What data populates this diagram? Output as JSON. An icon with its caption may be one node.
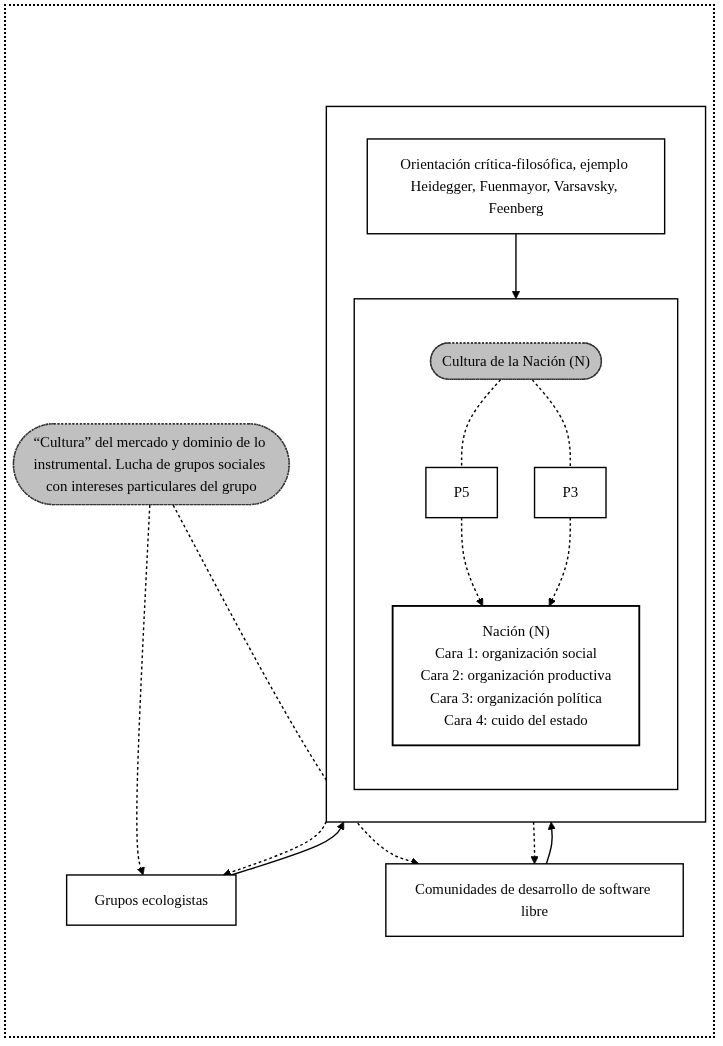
{
  "diagram": {
    "nodes": [
      {
        "text": [
          "“Cultura” del mercado y dominio de lo instrumental. Lucha de grupos sociales con intereses particulares del grupo"
        ]
      },
      {
        "text": [
          "Grupos ecologistas"
        ]
      },
      {
        "text": [
          "Comunidades de desarrollo de software libre"
        ]
      },
      {
        "text": [],
        "shape": "box"
      },
      {
        "text": [],
        "shape": "box",
        "in": 3
      },
      {
        "text": [
          "Cultura de la Nación (N)"
        ],
        "in": 4
      },
      {
        "text": [
          "P5"
        ],
        "in": 4
      },
      {
        "text": [
          "P3"
        ],
        "in": 4
      },
      {
        "text": [
          "Nación (N)",
          "Cara 1: organización social",
          "Cara 2: organización productiva",
          "Cara 3: organización política",
          "Cara 4: cuido del estado"
        ],
        "in": 4
      },
      {
        "text": [
          "Orientación crítica-filosófica, ejemplo Heidegger, Fuenmayor, Varsavsky, Feenberg"
        ],
        "in": 3
      }
    ],
    "edges": [
      {
        "from": 0,
        "to": 1,
        "arrow": "to",
        "style": "dashed"
      },
      {
        "from": 0,
        "to": 2,
        "arrow": "to",
        "style": "dashed"
      },
      {
        "from": 1,
        "to": 3,
        "arrow": "to"
      },
      {
        "from": 3,
        "to": 1,
        "arrow": "to",
        "style": "dashed"
      },
      {
        "from": 2,
        "to": 3,
        "arrow": "to"
      },
      {
        "from": 3,
        "to": 2,
        "arrow": "to",
        "style": "dashed"
      },
      {
        "from": 5,
        "to": 6,
        "arrow": "none",
        "style": "dashed"
      },
      {
        "from": 6,
        "to": 8,
        "arrow": "to",
        "style": "dashed"
      },
      {
        "from": 5,
        "to": 7,
        "arrow": "none",
        "style": "dashed"
      },
      {
        "from": 7,
        "to": 8,
        "arrow": "to",
        "style": "dashed"
      },
      {
        "from": 9,
        "to": 4,
        "arrow": "to"
      }
    ]
  }
}
